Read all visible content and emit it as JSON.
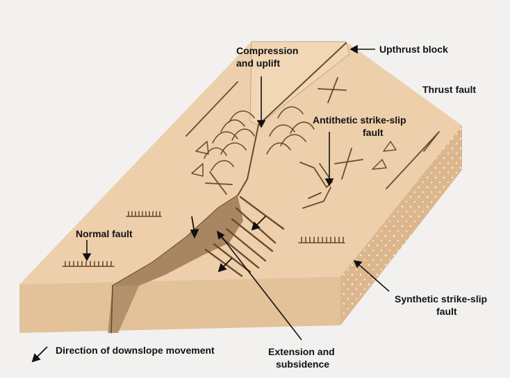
{
  "diagram": {
    "labels": {
      "upthrust_block": "Upthrust block",
      "compression_1": "Compression",
      "compression_2": "and uplift",
      "thrust_fault": "Thrust fault",
      "antithetic_1": "Antithetic strike-slip",
      "antithetic_2": "fault",
      "normal_fault": "Normal fault",
      "synthetic_1": "Synthetic strike-slip",
      "synthetic_2": "fault",
      "extension_1": "Extension and",
      "extension_2": "subsidence",
      "legend_direction": "Direction of downslope movement"
    },
    "colors": {
      "surface": "#edcfab",
      "front_face": "#e3c199",
      "side_face": "#dcb78e",
      "scarp": "#a88662",
      "structures": "#6b4a2b",
      "background": "#f2f1ef"
    }
  }
}
